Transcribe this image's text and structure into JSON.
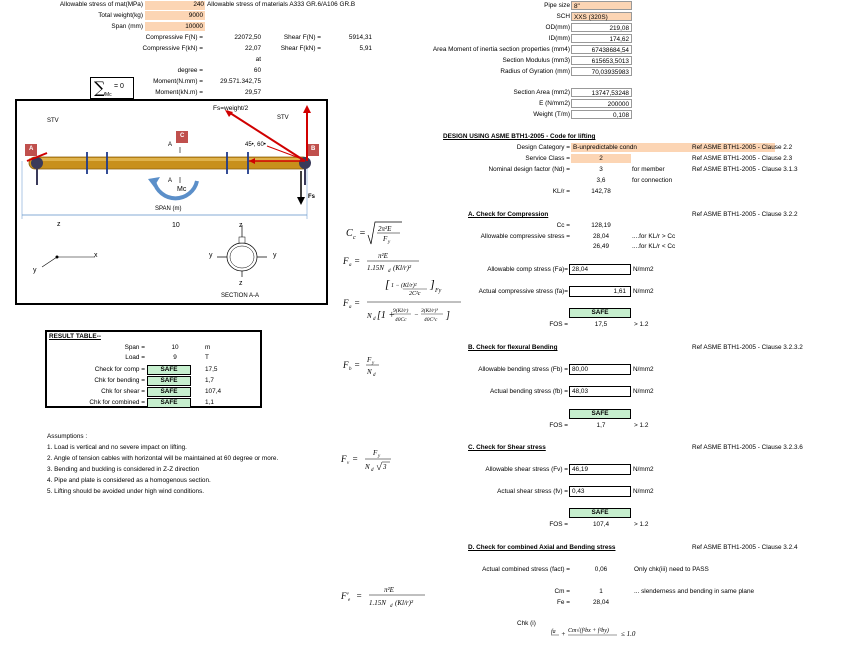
{
  "top": {
    "allow_mat_label": "Allowable stress of mat(MPa)",
    "allow_mat_value": "240",
    "allow_mat_desc": "Allowable stress of materials A333 GR.6/A106 GR.B",
    "total_weight_label": "Total weight(kg)",
    "total_weight_value": "9000",
    "span_label": "Span (mm)",
    "span_value": "10000",
    "comp_N_label": "Compressive F(N) =",
    "comp_N_value": "22072,50",
    "comp_kN_label": "Compressive F(kN) =",
    "comp_kN_value": "22,07",
    "shear_N_label": "Shear F(N) =",
    "shear_N_value": "5914,31",
    "shear_kN_label": "Shear F(kN) =",
    "shear_kN_value": "5,91",
    "at": "at",
    "degree_label": "degree =",
    "degree_value": "60",
    "moment_Nmm_label": "Moment(N.mm) =",
    "moment_Nmm_value": "29.571.342,75",
    "moment_kNm_label": "Moment(kN.m) =",
    "moment_kNm_value": "29,57",
    "sum_symbol": "∑",
    "sum_sub": "Mc",
    "sum_eq": "= 0"
  },
  "pipe": {
    "rows": [
      {
        "label": "Pipe size",
        "value": "8\"",
        "peach": true,
        "align": "left"
      },
      {
        "label": "SCH",
        "value": "XXS (320S)",
        "peach": true,
        "align": "left"
      },
      {
        "label": "OD(mm)",
        "value": "219,08",
        "peach": false,
        "align": "right"
      },
      {
        "label": "ID(mm)",
        "value": "174,62",
        "peach": false,
        "align": "right"
      },
      {
        "label": "Area Moment of inertia section properties (mm4)",
        "value": "67438684,54",
        "peach": false,
        "align": "right"
      },
      {
        "label": "Section Modulus (mm3)",
        "value": "615653,5013",
        "peach": false,
        "align": "right"
      },
      {
        "label": "Radius of Gyration (mm)",
        "value": "70,03935983",
        "peach": false,
        "align": "right"
      }
    ],
    "rows2": [
      {
        "label": "Section Area (mm2)",
        "value": "13747,53248"
      },
      {
        "label": "E (N/mm2)",
        "value": "200000"
      },
      {
        "label": "Weight (T/m)",
        "value": "0,108"
      }
    ]
  },
  "design": {
    "title": "DESIGN USING ASME BTH1-2005 - Code for lifting",
    "category_label": "Design Category =",
    "category_value": "B-unpredictable condn",
    "category_ref": "Ref ASME BTH1-2005 - Clause 2.2",
    "service_label": "Service Class =",
    "service_value": "2",
    "service_ref": "Ref ASME BTH1-2005 - Clause 2.3",
    "nd_label": "Nominal design factor (Nd) =",
    "nd_value1": "3",
    "nd_note1": "for member",
    "nd_ref": "Ref ASME BTH1-2005 - Clause 3.1.3",
    "nd_value2": "3,6",
    "nd_note2": "for connection",
    "klr_label": "KL/r =",
    "klr_value": "142,78"
  },
  "compression": {
    "title": "A. Check for Compression",
    "ref": "Ref ASME BTH1-2005 - Clause 3.2.2",
    "cc_label": "Cc =",
    "cc_value": "128,19",
    "allow_label": "Allowable compressive stress =",
    "allow_v1": "28,04",
    "allow_n1": "....for KL/r > Cc",
    "allow_v2": "26,49",
    "allow_n2": "....for KL/r < Cc",
    "fa_label": "Allowable comp stress (Fa)=",
    "fa_value": "28,04",
    "fa_unit": "N/mm2",
    "act_label": "Actual compressive stress (fa)=",
    "act_value": "1,61",
    "act_unit": "N/mm2",
    "safe": "SAFE",
    "fos_label": "FOS =",
    "fos_value": "17,5",
    "fos_cond": "> 1.2"
  },
  "bending": {
    "title": "B. Check for flexural Bending",
    "ref": "Ref ASME BTH1-2005 - Clause 3.2.3.2",
    "fb_label": "Allowable bending stress (Fb) =",
    "fb_value": "80,00",
    "fb_unit": "N/mm2",
    "act_label": "Actual bending stress (fb) =",
    "act_value": "48,03",
    "act_unit": "N/mm2",
    "safe": "SAFE",
    "fos_label": "FOS =",
    "fos_value": "1,7",
    "fos_cond": "> 1.2"
  },
  "shear": {
    "title": "C. Check for Shear stress",
    "ref": "Ref ASME BTH1-2005 - Clause 3.2.3.6",
    "fv_label": "Allowable shear stress (Fv) =",
    "fv_value": "46,19",
    "fv_unit": "N/mm2",
    "act_label": "Actual shear stress (fv) =",
    "act_value": "0,43",
    "act_unit": "N/mm2",
    "safe": "SAFE",
    "fos_label": "FOS =",
    "fos_value": "107,4",
    "fos_cond": "> 1.2"
  },
  "combined": {
    "title": "D. Check for combined Axial and Bending stress",
    "ref": "Ref ASME BTH1-2005 - Clause 3.2.4",
    "act_label": "Actual combined stress (fact) =",
    "act_value": "0,06",
    "act_note": "Only chk(iii) need to PASS",
    "cm_label": "Cm =",
    "cm_value": "1",
    "cm_note": "... slenderness and bending in same plane",
    "fe_label": "Fe =",
    "fe_value": "28,04",
    "chk_label": "Chk (i)"
  },
  "result": {
    "title": "RESULT TABLE--",
    "span_label": "Span =",
    "span_value": "10",
    "span_unit": "m",
    "load_label": "Load =",
    "load_value": "9",
    "load_unit": "T",
    "rows": [
      {
        "label": "Check for comp =",
        "status": "SAFE",
        "value": "17,5"
      },
      {
        "label": "Chk for bending =",
        "status": "SAFE",
        "value": "1,7"
      },
      {
        "label": "Chk for shear =",
        "status": "SAFE",
        "value": "107,4"
      },
      {
        "label": "Chk for combined =",
        "status": "SAFE",
        "value": "1,1"
      }
    ]
  },
  "assumptions": {
    "title": "Assumptions :",
    "items": [
      "1. Load is vertical and no severe impact on lifting.",
      "2. Angle of tension cables with horizontal will be maintained at 60 degree or more.",
      "3. Bending and buckling is considered in Z-Z direction",
      "4. Pipe and plate is considered as a homogenous section.",
      "5. Lifting should be avoided under high wind conditions."
    ]
  },
  "diagram": {
    "fs_label": "Fs=weight/2",
    "stv_left": "STV",
    "stv_right": "STV",
    "a": "A",
    "b": "B",
    "c": "C",
    "a_dash1": "A",
    "a_dash2": "A",
    "angle": "45•, 60•",
    "mc": "Mc",
    "fs": "Fs",
    "span_label": "SPAN (m)",
    "span_value": "10",
    "z1": "z",
    "z2": "z",
    "z3": "z",
    "y1": "y",
    "y2": "y",
    "y3": "y",
    "x1": "x",
    "section": "SECTION A-A"
  },
  "colors": {
    "peach": "#fcd5b4",
    "safe_green": "#c6efce",
    "pipe_orange": "#c8901c",
    "arrow_red": "#d00000",
    "moment_blue": "#5b8fc9",
    "marker_red": "#c0504d"
  }
}
